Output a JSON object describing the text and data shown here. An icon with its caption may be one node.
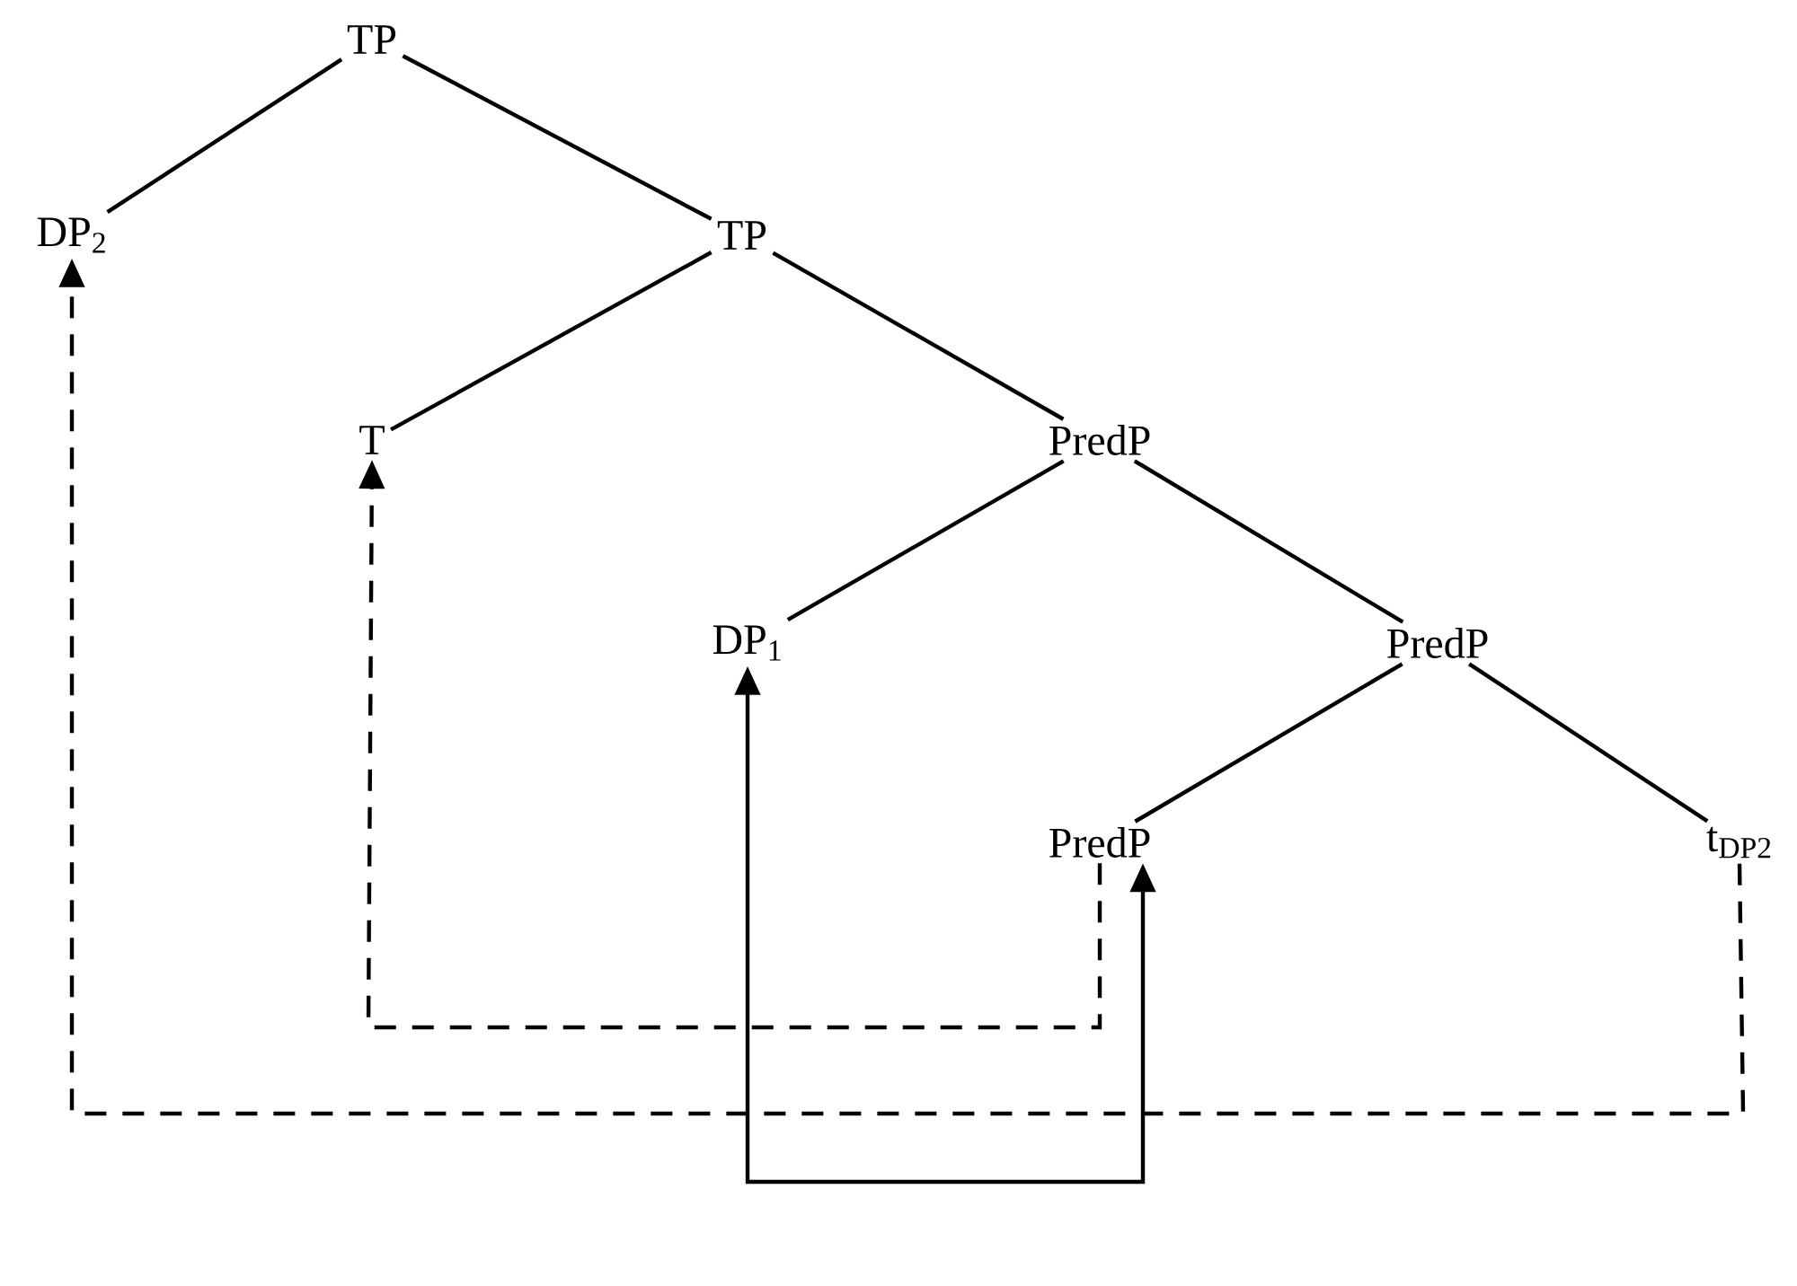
{
  "diagram": {
    "nodes": [
      {
        "text": [
          "TP"
        ]
      },
      {
        "text": [
          "DP$_{2}$"
        ]
      },
      {
        "text": [
          "TP"
        ]
      },
      {
        "text": [
          "T"
        ]
      },
      {
        "text": [
          "PredP"
        ]
      },
      {
        "text": [
          "DP$_{1}$"
        ]
      },
      {
        "text": [
          "PredP"
        ]
      },
      {
        "text": [
          "PredP"
        ]
      },
      {
        "text": [
          "t$_{DP2}$"
        ]
      }
    ],
    "edges": [
      {
        "from": 0,
        "to": 1,
        "arrow": "none"
      },
      {
        "from": 0,
        "to": 2,
        "arrow": "none"
      },
      {
        "from": 2,
        "to": 3,
        "arrow": "none"
      },
      {
        "from": 2,
        "to": 4,
        "arrow": "none"
      },
      {
        "from": 4,
        "to": 5,
        "arrow": "none"
      },
      {
        "from": 4,
        "to": 6,
        "arrow": "none"
      },
      {
        "from": 6,
        "to": 7,
        "arrow": "none"
      },
      {
        "from": 6,
        "to": 8,
        "arrow": "none"
      },
      {
        "from": 8,
        "to": 1,
        "arrow": "to",
        "style": "dashed"
      },
      {
        "from": 7,
        "to": 3,
        "arrow": "to",
        "style": "dashed"
      },
      {
        "from": 5,
        "to": 7,
        "arrow": "both"
      }
    ]
  }
}
